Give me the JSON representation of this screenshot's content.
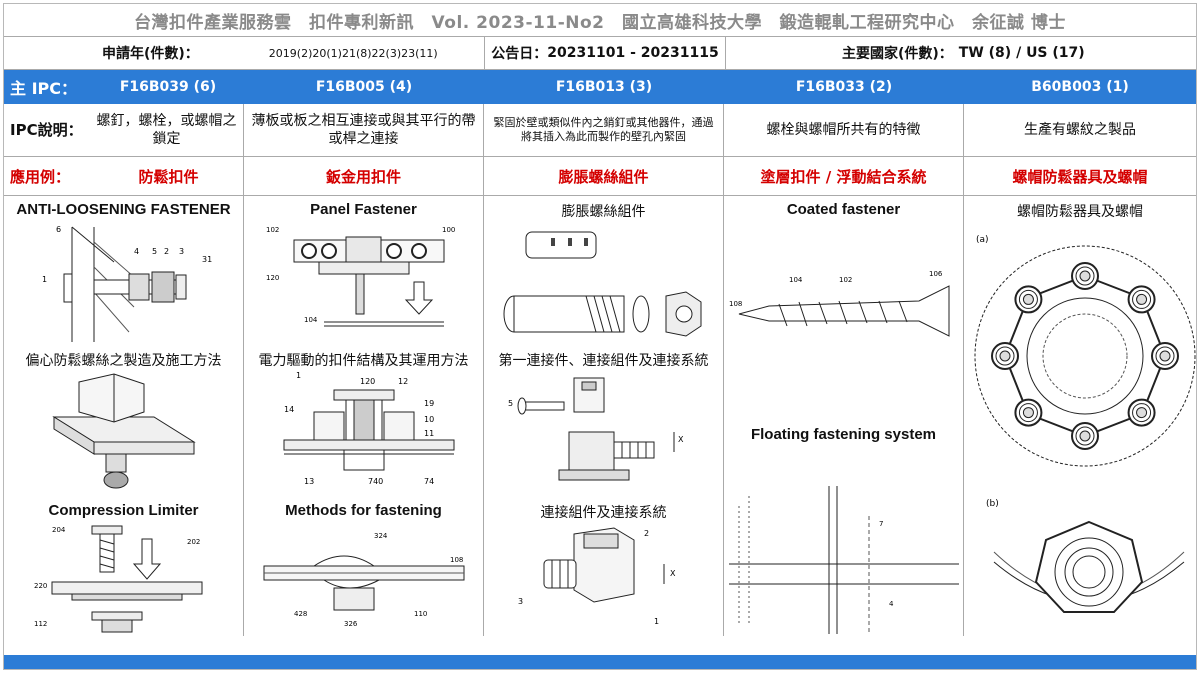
{
  "header": {
    "title": "台灣扣件產業服務雲　扣件專利新訊　Vol. 2023-11-No2　國立高雄科技大學　鍛造輥軋工程研究中心　余征誠 博士"
  },
  "info": {
    "app_year_label": "申請年(件數)：",
    "app_year_value": "2019(2)20(1)21(8)22(3)23(11)",
    "pub_date_label": "公告日：",
    "pub_date_value": "20231101 - 20231115",
    "country_label": "主要國家(件數)：",
    "country_value": "TW (8) / US (17)"
  },
  "ipc": {
    "label": "主 IPC：",
    "desc_label": "IPC說明：",
    "app_label": "應用例：",
    "columns": [
      {
        "code": "F16B039 (6)",
        "desc": "螺釘，螺栓，或螺帽之鎖定",
        "app": "防鬆扣件"
      },
      {
        "code": "F16B005 (4)",
        "desc": "薄板或板之相互連接或與其平行的帶或桿之連接",
        "app": "鈑金用扣件"
      },
      {
        "code": "F16B013 (3)",
        "desc": "緊固於壁或類似件內之銷釘或其他器件，通過將其插入為此而製作的壁孔內緊固",
        "app": "膨脹螺絲組件"
      },
      {
        "code": "F16B033 (2)",
        "desc": "螺栓與螺帽所共有的特徵",
        "app": "塗層扣件 / 浮動結合系統"
      },
      {
        "code": "B60B003 (1)",
        "desc": "生產有螺紋之製品",
        "app": "螺帽防鬆器具及螺帽"
      }
    ]
  },
  "captions": {
    "c1a": "ANTI-LOOSENING FASTENER",
    "c1b": "偏心防鬆螺絲之製造及施工方法",
    "c1c": "Compression Limiter",
    "c2a": "Panel Fastener",
    "c2b": "電力驅動的扣件結構及其運用方法",
    "c2c": "Methods for fastening",
    "c3a": "膨脹螺絲組件",
    "c3b": "第一連接件、連接組件及連接系統",
    "c3c": "連接組件及連接系統",
    "c4a": "Coated fastener",
    "c4b": "Floating fastening system",
    "c5a": "螺帽防鬆器具及螺帽"
  },
  "colors": {
    "blue": "#2c7cd6",
    "red": "#d40000",
    "title_gray": "#8a8a8a"
  }
}
